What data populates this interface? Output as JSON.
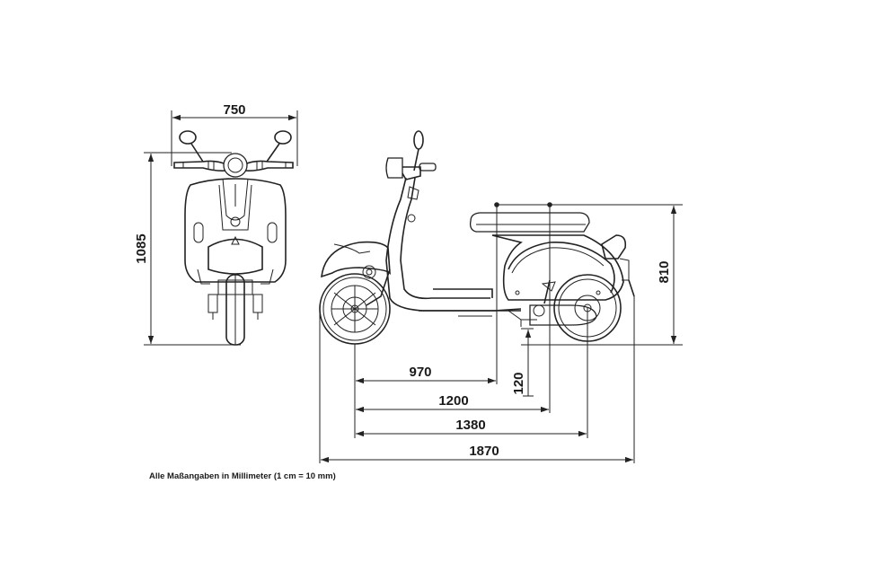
{
  "dimensions": {
    "width": "750",
    "height": "1085",
    "seat_height": "810",
    "ground_clearance": "120",
    "d970": "970",
    "d1200": "1200",
    "d1380": "1380",
    "length": "1870"
  },
  "footnote": "Alle Maßangaben in Millimeter (1 cm = 10 mm)"
}
